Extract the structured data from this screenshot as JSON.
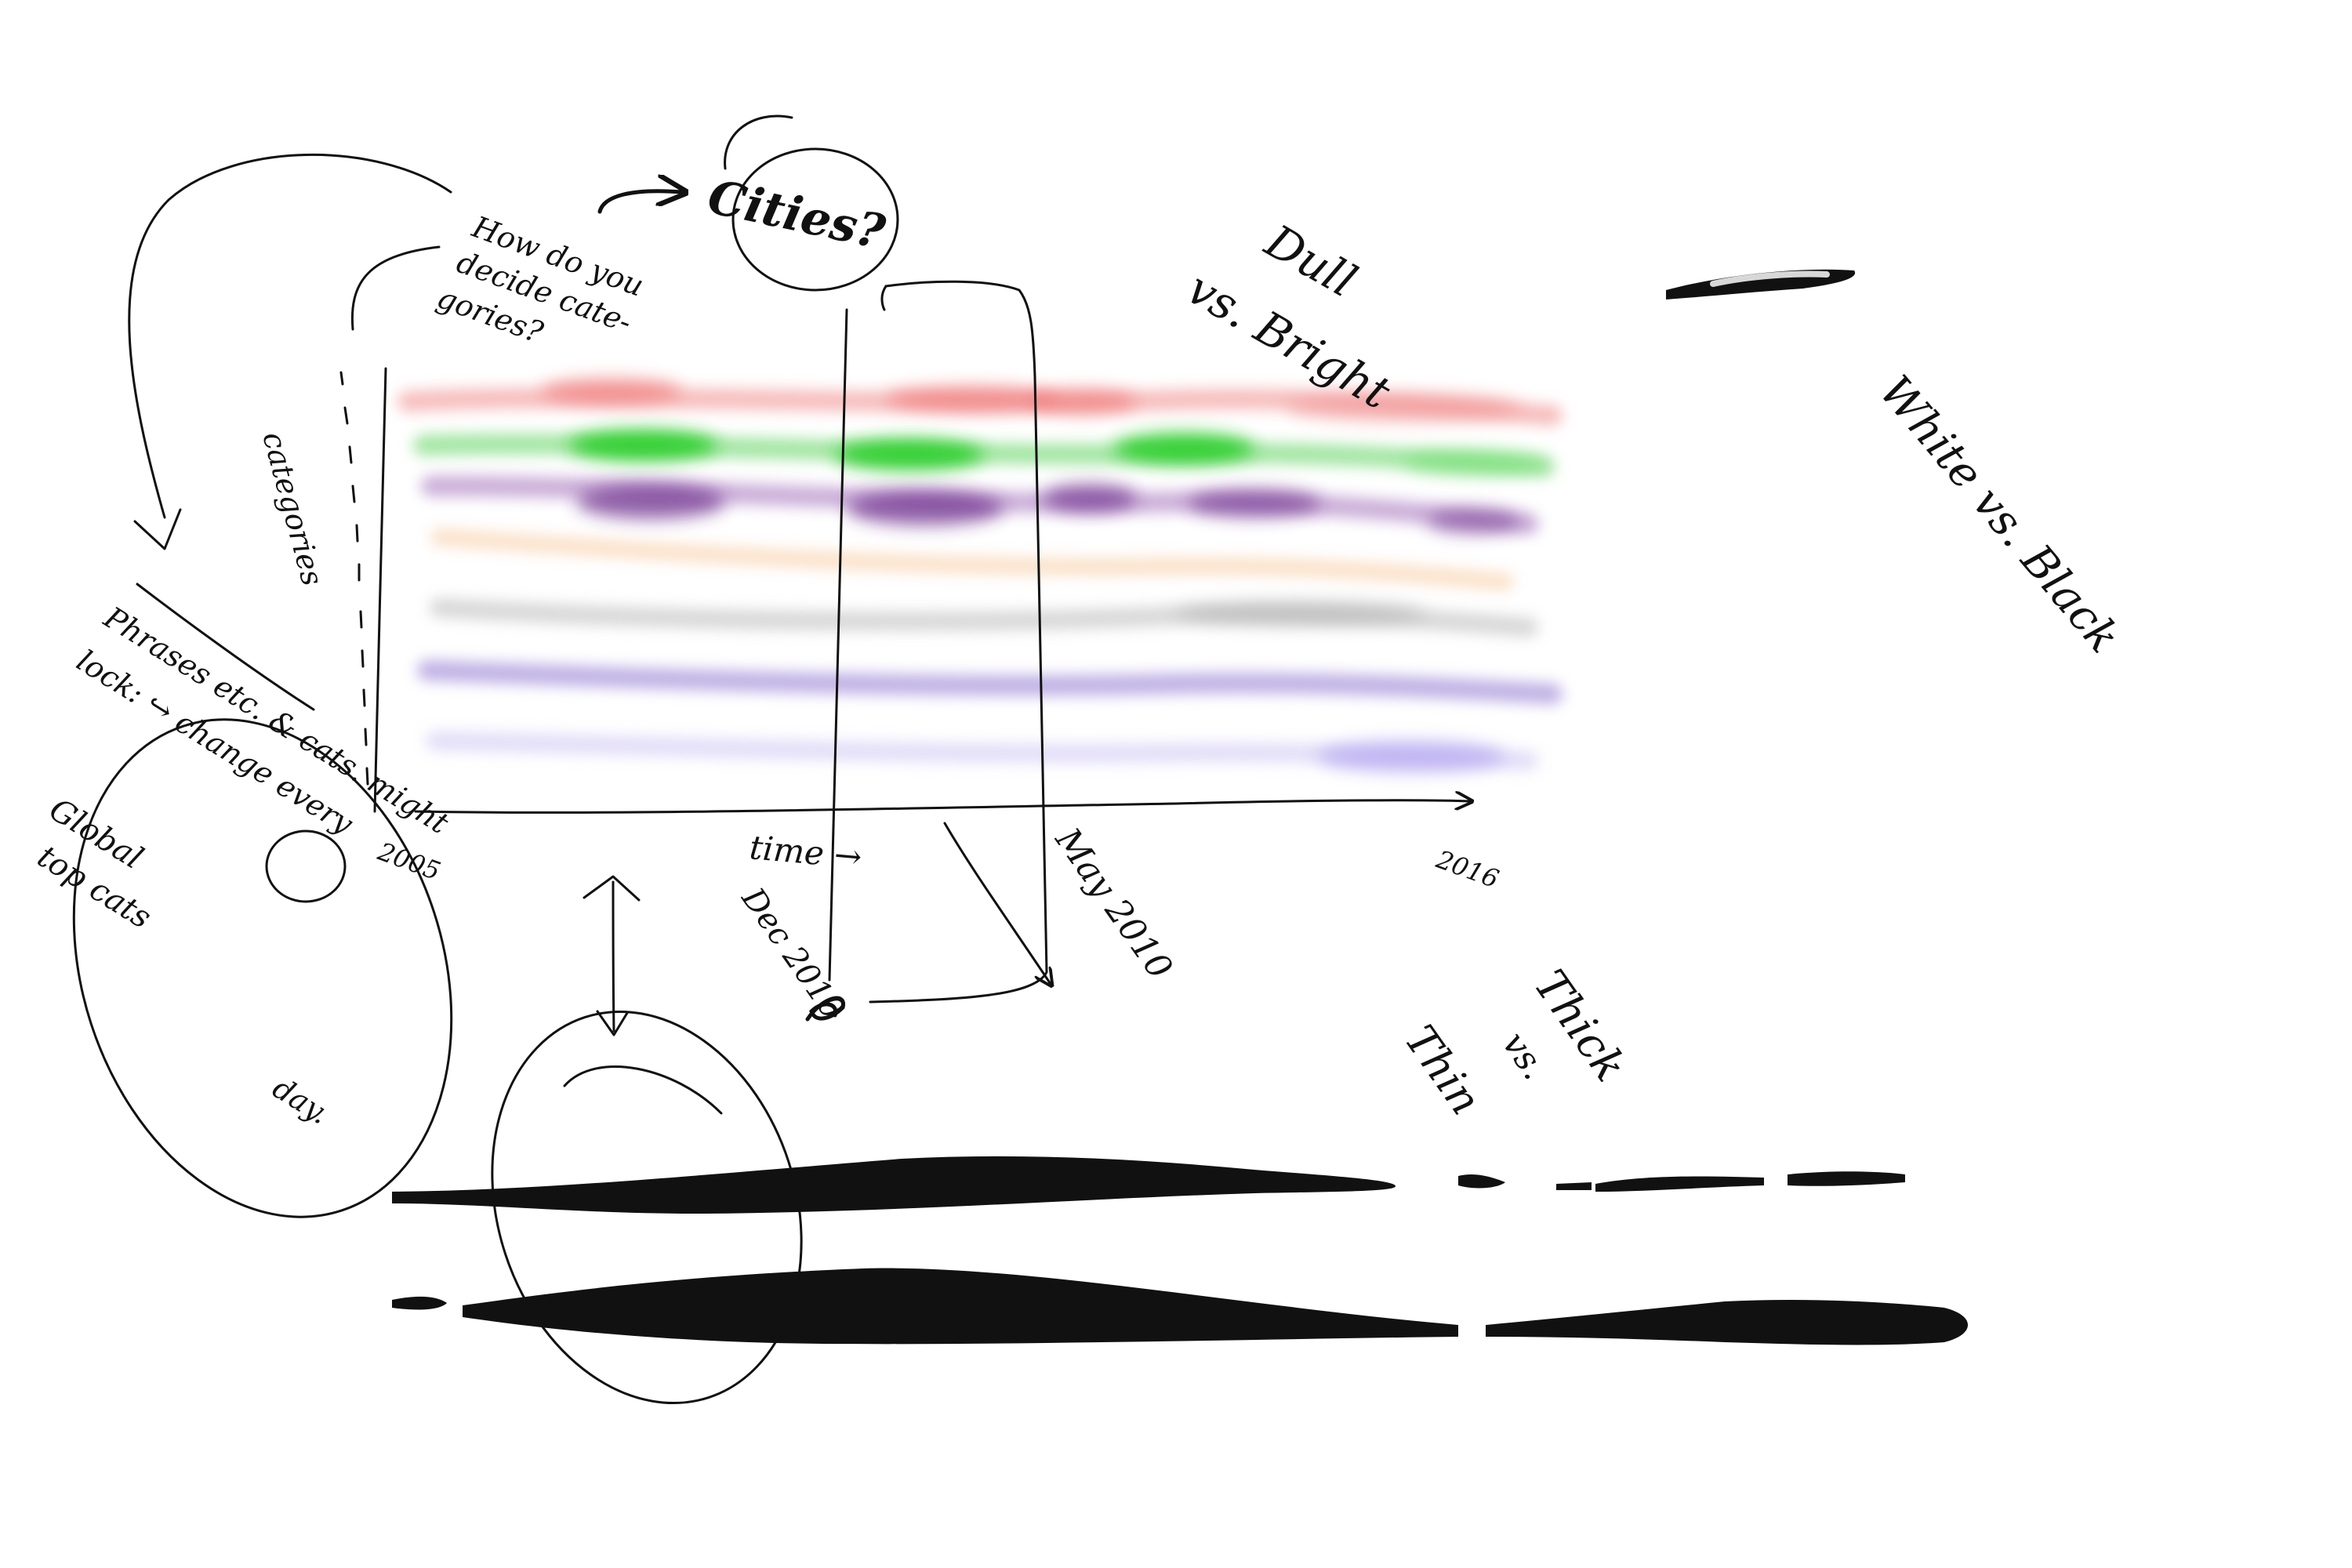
{
  "notes": {
    "how_do_you": "How do you",
    "decide_cate": "decide cate-",
    "gories": "gories?",
    "cities": "Cities?",
    "categories": "categories",
    "dull": "Dull",
    "vs_bright": "vs. Bright",
    "white_vs_black": "White vs. Black",
    "thick": "Thick",
    "vs": "vs.",
    "thin": "Thin",
    "time_arrow": "time →",
    "year_start": "2005",
    "year_end": "2016",
    "dec": "Dec 2010",
    "may": "May 2010",
    "bubble_1": "Phrases etc. & cats. might",
    "bubble_2": "lock: ↪ change every",
    "bubble_3": "day.",
    "bubble_4": "Global",
    "bubble_5": "top cats"
  },
  "colors": {
    "ink": "#111111",
    "band_red": "#f08585",
    "band_green": "#33cc33",
    "band_purple": "#7a3a9a",
    "band_orange": "#f6c89a",
    "band_gray": "#b9b9b9",
    "band_violet": "#8a70cf",
    "band_lavender": "#c9c1f2"
  }
}
